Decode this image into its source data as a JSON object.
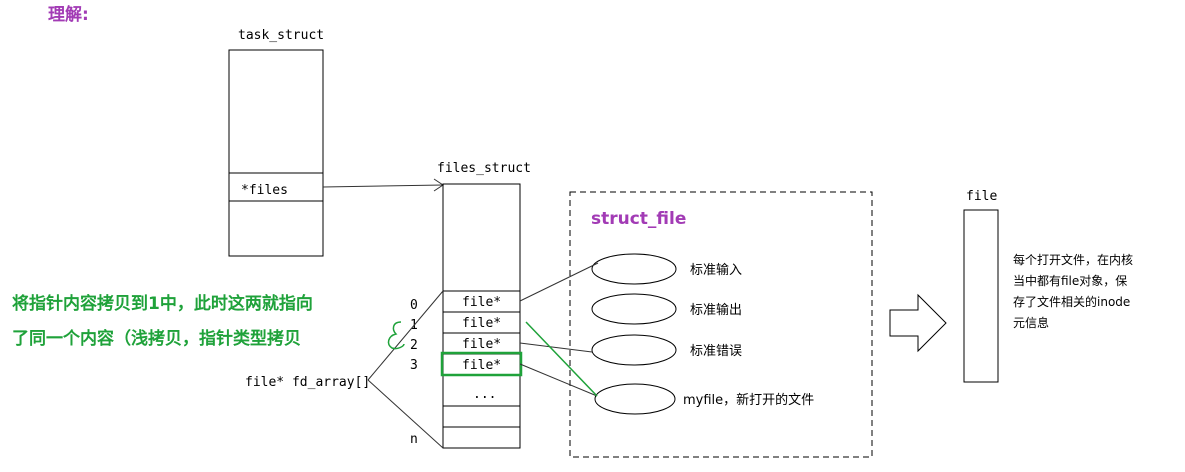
{
  "header": {
    "title": "理解:"
  },
  "task_struct": {
    "label": "task_struct",
    "files_field": "*files"
  },
  "files_struct": {
    "label": "files_struct",
    "rows": [
      "file*",
      "file*",
      "file*",
      "file*",
      "..."
    ],
    "indices": [
      "0",
      "1",
      "2",
      "3"
    ],
    "last_index": "n",
    "array_label": "file* fd_array[]"
  },
  "struct_file": {
    "title": "struct_file",
    "items": [
      "标准输入",
      "标准输出",
      "标准错误",
      "myfile，新打开的文件"
    ]
  },
  "annotation": {
    "line1": "将指针内容拷贝到1中，此时这两就指向",
    "line2": "了同一个内容（浅拷贝，指针类型拷贝"
  },
  "file_box": {
    "label": "file",
    "note_lines": [
      "每个打开文件，在内核",
      "当中都有file对象，保",
      "存了文件相关的inode",
      "元信息"
    ]
  },
  "colors": {
    "purple": "#a23bb5",
    "green": "#1fa23a",
    "line": "#333333"
  }
}
